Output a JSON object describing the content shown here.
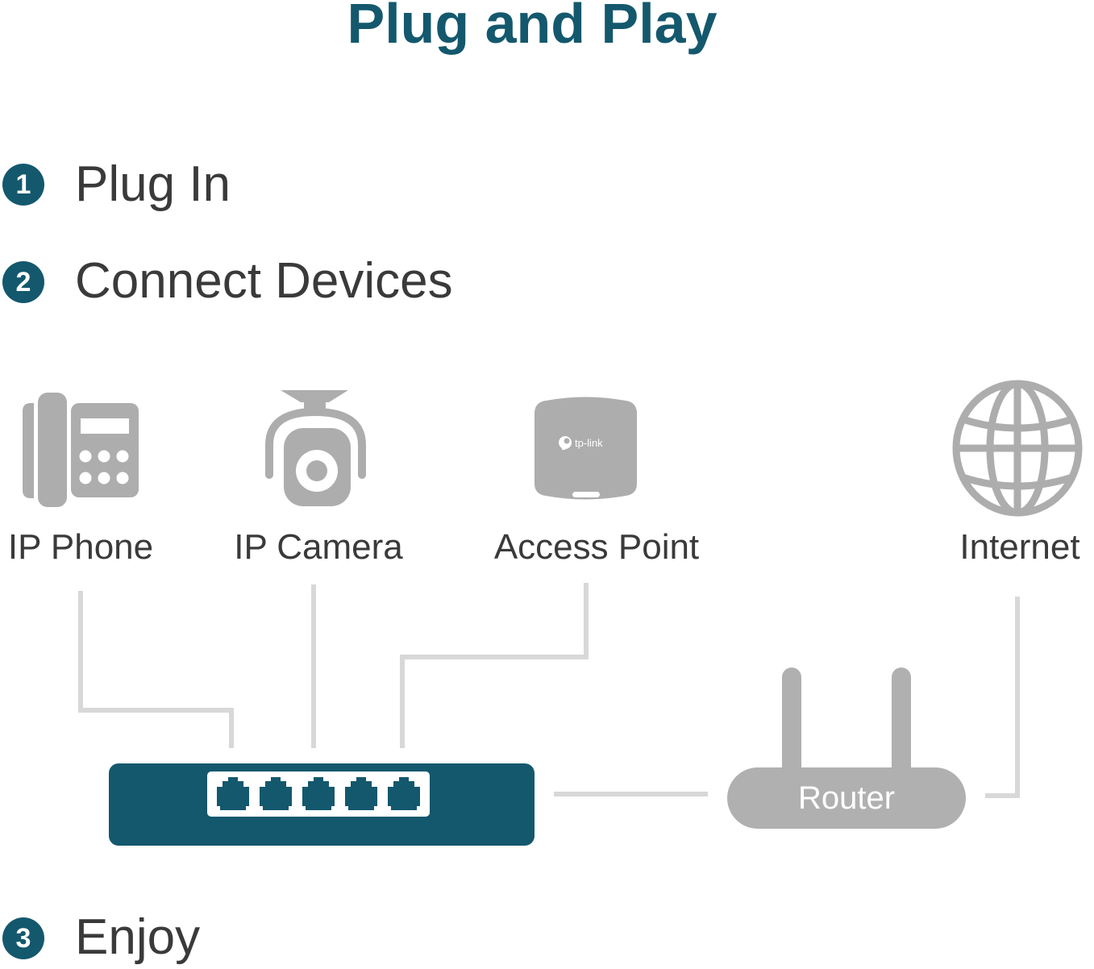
{
  "title": "Plug and Play",
  "colors": {
    "teal": "#14586D",
    "icon_gray": "#ADADAD",
    "router_gray": "#B0B0B0",
    "line_gray": "#D8D8D8",
    "text_dark": "#3A3A3A",
    "white": "#FFFFFF"
  },
  "steps": [
    {
      "number": "1",
      "label": "Plug In"
    },
    {
      "number": "2",
      "label": "Connect Devices"
    },
    {
      "number": "3",
      "label": "Enjoy"
    }
  ],
  "devices": [
    {
      "label": "IP Phone"
    },
    {
      "label": "IP Camera"
    },
    {
      "label": "Access Point"
    },
    {
      "label": "Internet"
    }
  ],
  "switch": {
    "ports": "5"
  },
  "router": {
    "label": "Router"
  },
  "access_point": {
    "logo": "tp-link"
  }
}
